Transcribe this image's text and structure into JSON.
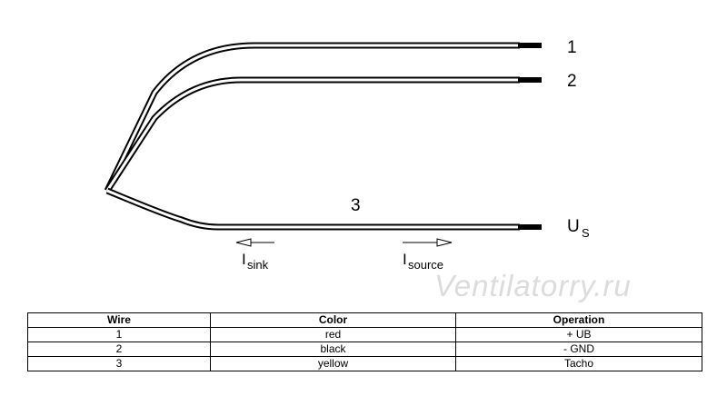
{
  "diagram": {
    "wire_labels": [
      "1",
      "2",
      "3"
    ],
    "us_label": "U",
    "us_sub": "S",
    "isink_label": "I",
    "isink_sub": "sink",
    "isource_label": "I",
    "isource_sub": "source"
  },
  "watermark": "Ventilatorry.ru",
  "table": {
    "headers": [
      "Wire",
      "Color",
      "Operation"
    ],
    "rows": [
      [
        "1",
        "red",
        "+ UB"
      ],
      [
        "2",
        "black",
        "- GND"
      ],
      [
        "3",
        "yellow",
        "Tacho"
      ]
    ]
  }
}
